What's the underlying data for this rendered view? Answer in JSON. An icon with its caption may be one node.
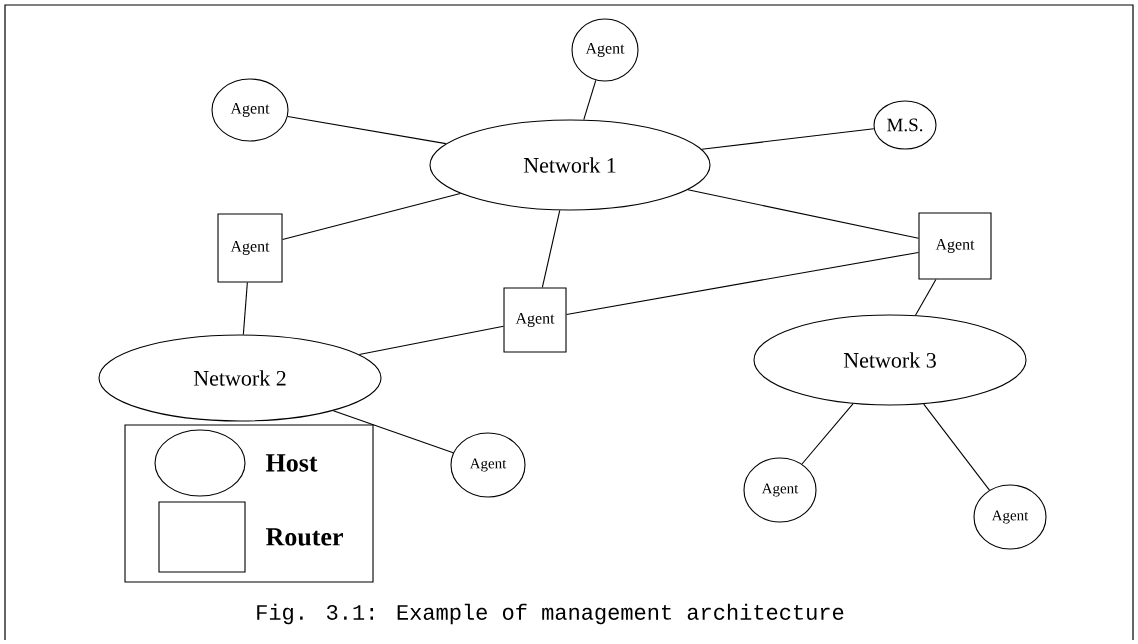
{
  "diagram": {
    "caption": "Fig. 3.1: Example of management architecture",
    "nodes": [
      {
        "text": [
          "Network 1"
        ]
      },
      {
        "text": [
          "Agent"
        ]
      },
      {
        "text": [
          "Agent"
        ]
      },
      {
        "text": [
          "M.S."
        ]
      },
      {
        "text": [
          "Agent"
        ]
      },
      {
        "text": [
          "Agent"
        ]
      },
      {
        "text": [
          "Agent"
        ]
      },
      {
        "text": [
          "Network 2"
        ]
      },
      {
        "text": [
          "Network 3"
        ]
      },
      {
        "text": [
          "Agent"
        ]
      },
      {
        "text": [
          "Agent"
        ]
      },
      {
        "text": [
          "Agent"
        ]
      }
    ],
    "edges": [
      {
        "from": 1,
        "to": 0,
        "arrow": "none"
      },
      {
        "from": 2,
        "to": 0,
        "arrow": "none"
      },
      {
        "from": 3,
        "to": 0,
        "arrow": "none"
      },
      {
        "from": 4,
        "to": 0,
        "arrow": "none"
      },
      {
        "from": 5,
        "to": 0,
        "arrow": "none"
      },
      {
        "from": 6,
        "to": 0,
        "arrow": "none"
      },
      {
        "from": 4,
        "to": 7,
        "arrow": "none"
      },
      {
        "from": 5,
        "to": 7,
        "arrow": "none"
      },
      {
        "from": 5,
        "to": 6,
        "arrow": "none"
      },
      {
        "from": 6,
        "to": 8,
        "arrow": "none"
      },
      {
        "from": 7,
        "to": 9,
        "arrow": "none"
      },
      {
        "from": 8,
        "to": 10,
        "arrow": "none"
      },
      {
        "from": 8,
        "to": 11,
        "arrow": "none"
      }
    ],
    "legend": [
      {
        "text": "Host"
      },
      {
        "text": "Router"
      }
    ]
  }
}
